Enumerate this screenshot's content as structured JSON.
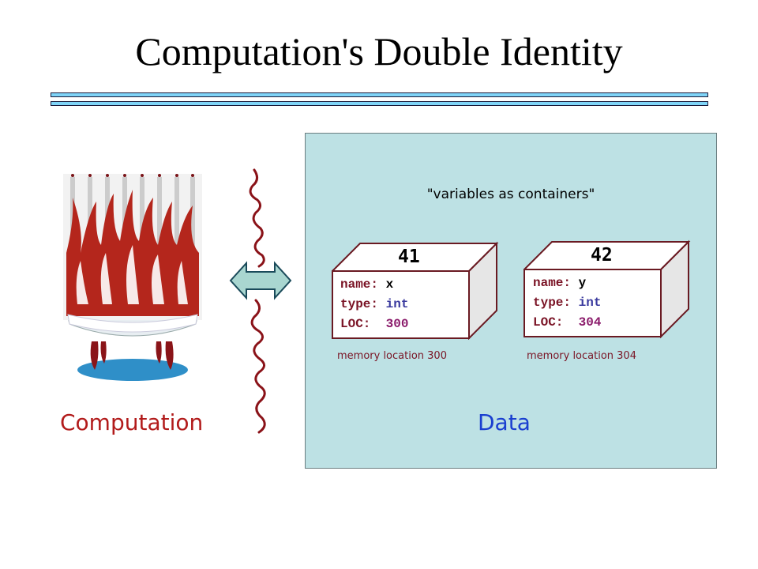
{
  "title": "Computation's Double Identity",
  "caption": "\"variables as containers\"",
  "containers": [
    {
      "value": "41",
      "name_key": "name:",
      "name_val": "x",
      "type_key": "type:",
      "type_val": "int",
      "loc_key": "LOC:",
      "loc_val": "300",
      "memory_label": "memory location 300"
    },
    {
      "value": "42",
      "name_key": "name:",
      "name_val": "y",
      "type_key": "type:",
      "type_val": "int",
      "loc_key": "LOC:",
      "loc_val": "304",
      "memory_label": "memory location 304"
    }
  ],
  "labels": {
    "computation": "Computation",
    "data": "Data"
  },
  "icons": [
    "bathtub-flame-curtain-illustration",
    "double-arrow-icon",
    "squiggle-divider"
  ],
  "colors": {
    "rule": "#7fd4f7",
    "panel": "#bde1e4",
    "computation_label": "#b21b1b",
    "data_label": "#1a3fd0"
  }
}
